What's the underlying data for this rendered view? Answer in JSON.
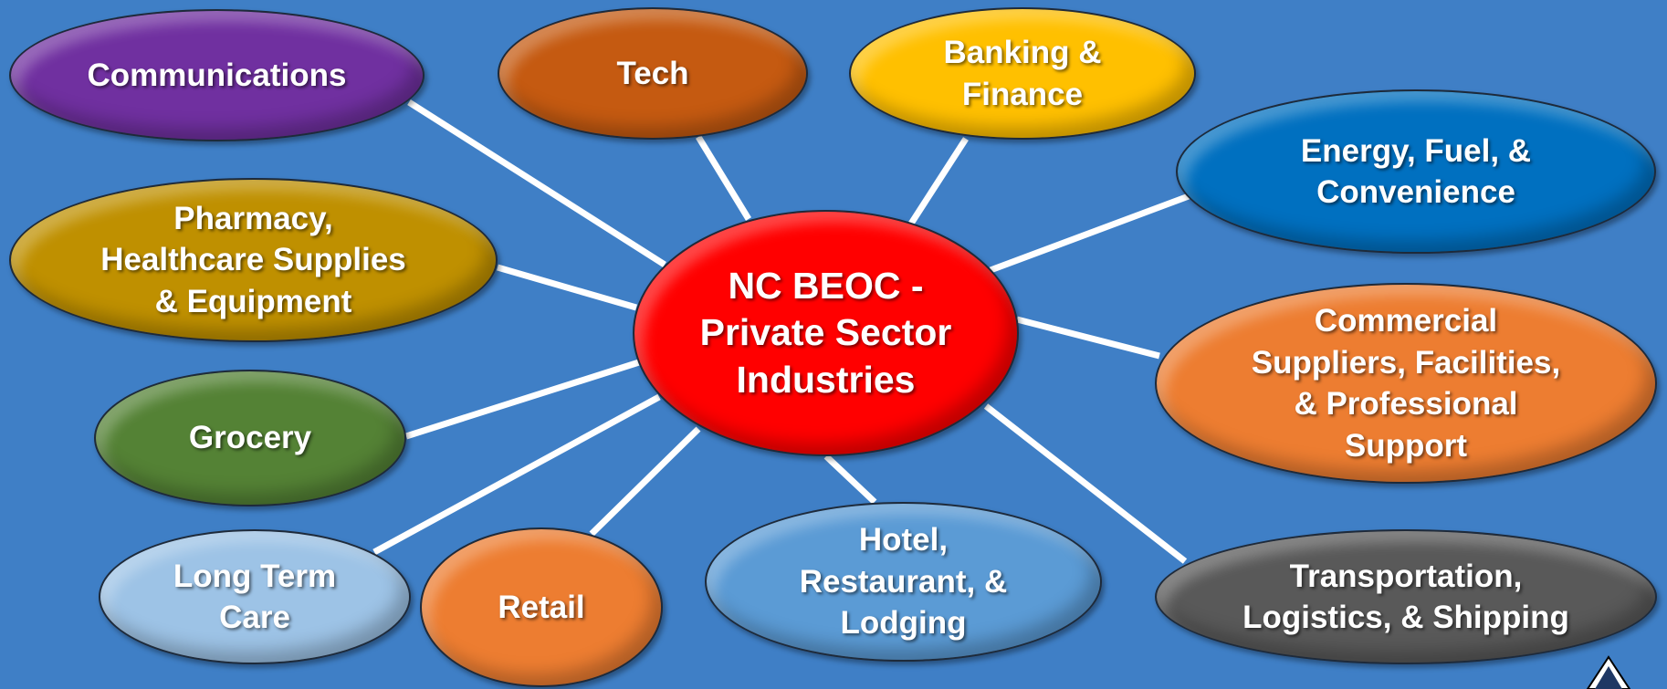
{
  "diagram": {
    "center": {
      "label": "NC BEOC -\nPrivate Sector\nIndustries",
      "color": "#ff0000"
    },
    "nodes": [
      {
        "id": "comm",
        "label": "Communications",
        "color": "#7030a0"
      },
      {
        "id": "tech",
        "label": "Tech",
        "color": "#c55a11"
      },
      {
        "id": "bank",
        "label": "Banking &\nFinance",
        "color": "#ffc000"
      },
      {
        "id": "energy",
        "label": "Energy, Fuel, &\nConvenience",
        "color": "#0070c0"
      },
      {
        "id": "pharm",
        "label": "Pharmacy,\nHealthcare Supplies\n& Equipment",
        "color": "#bf9000"
      },
      {
        "id": "comml",
        "label": "Commercial\nSuppliers, Facilities,\n& Professional\nSupport",
        "color": "#ed7d31"
      },
      {
        "id": "groc",
        "label": "Grocery",
        "color": "#548235"
      },
      {
        "id": "ltc",
        "label": "Long Term\nCare",
        "color": "#9dc3e6"
      },
      {
        "id": "retail",
        "label": "Retail",
        "color": "#ed7d31"
      },
      {
        "id": "hotel",
        "label": "Hotel,\nRestaurant, &\nLodging",
        "color": "#5b9bd5"
      },
      {
        "id": "trans",
        "label": "Transportation,\nLogistics, & Shipping",
        "color": "#595959"
      }
    ],
    "background_color": "#3f7fc6",
    "connector_color": "#ffffff",
    "logo_icon": "triangle-logo-icon"
  }
}
